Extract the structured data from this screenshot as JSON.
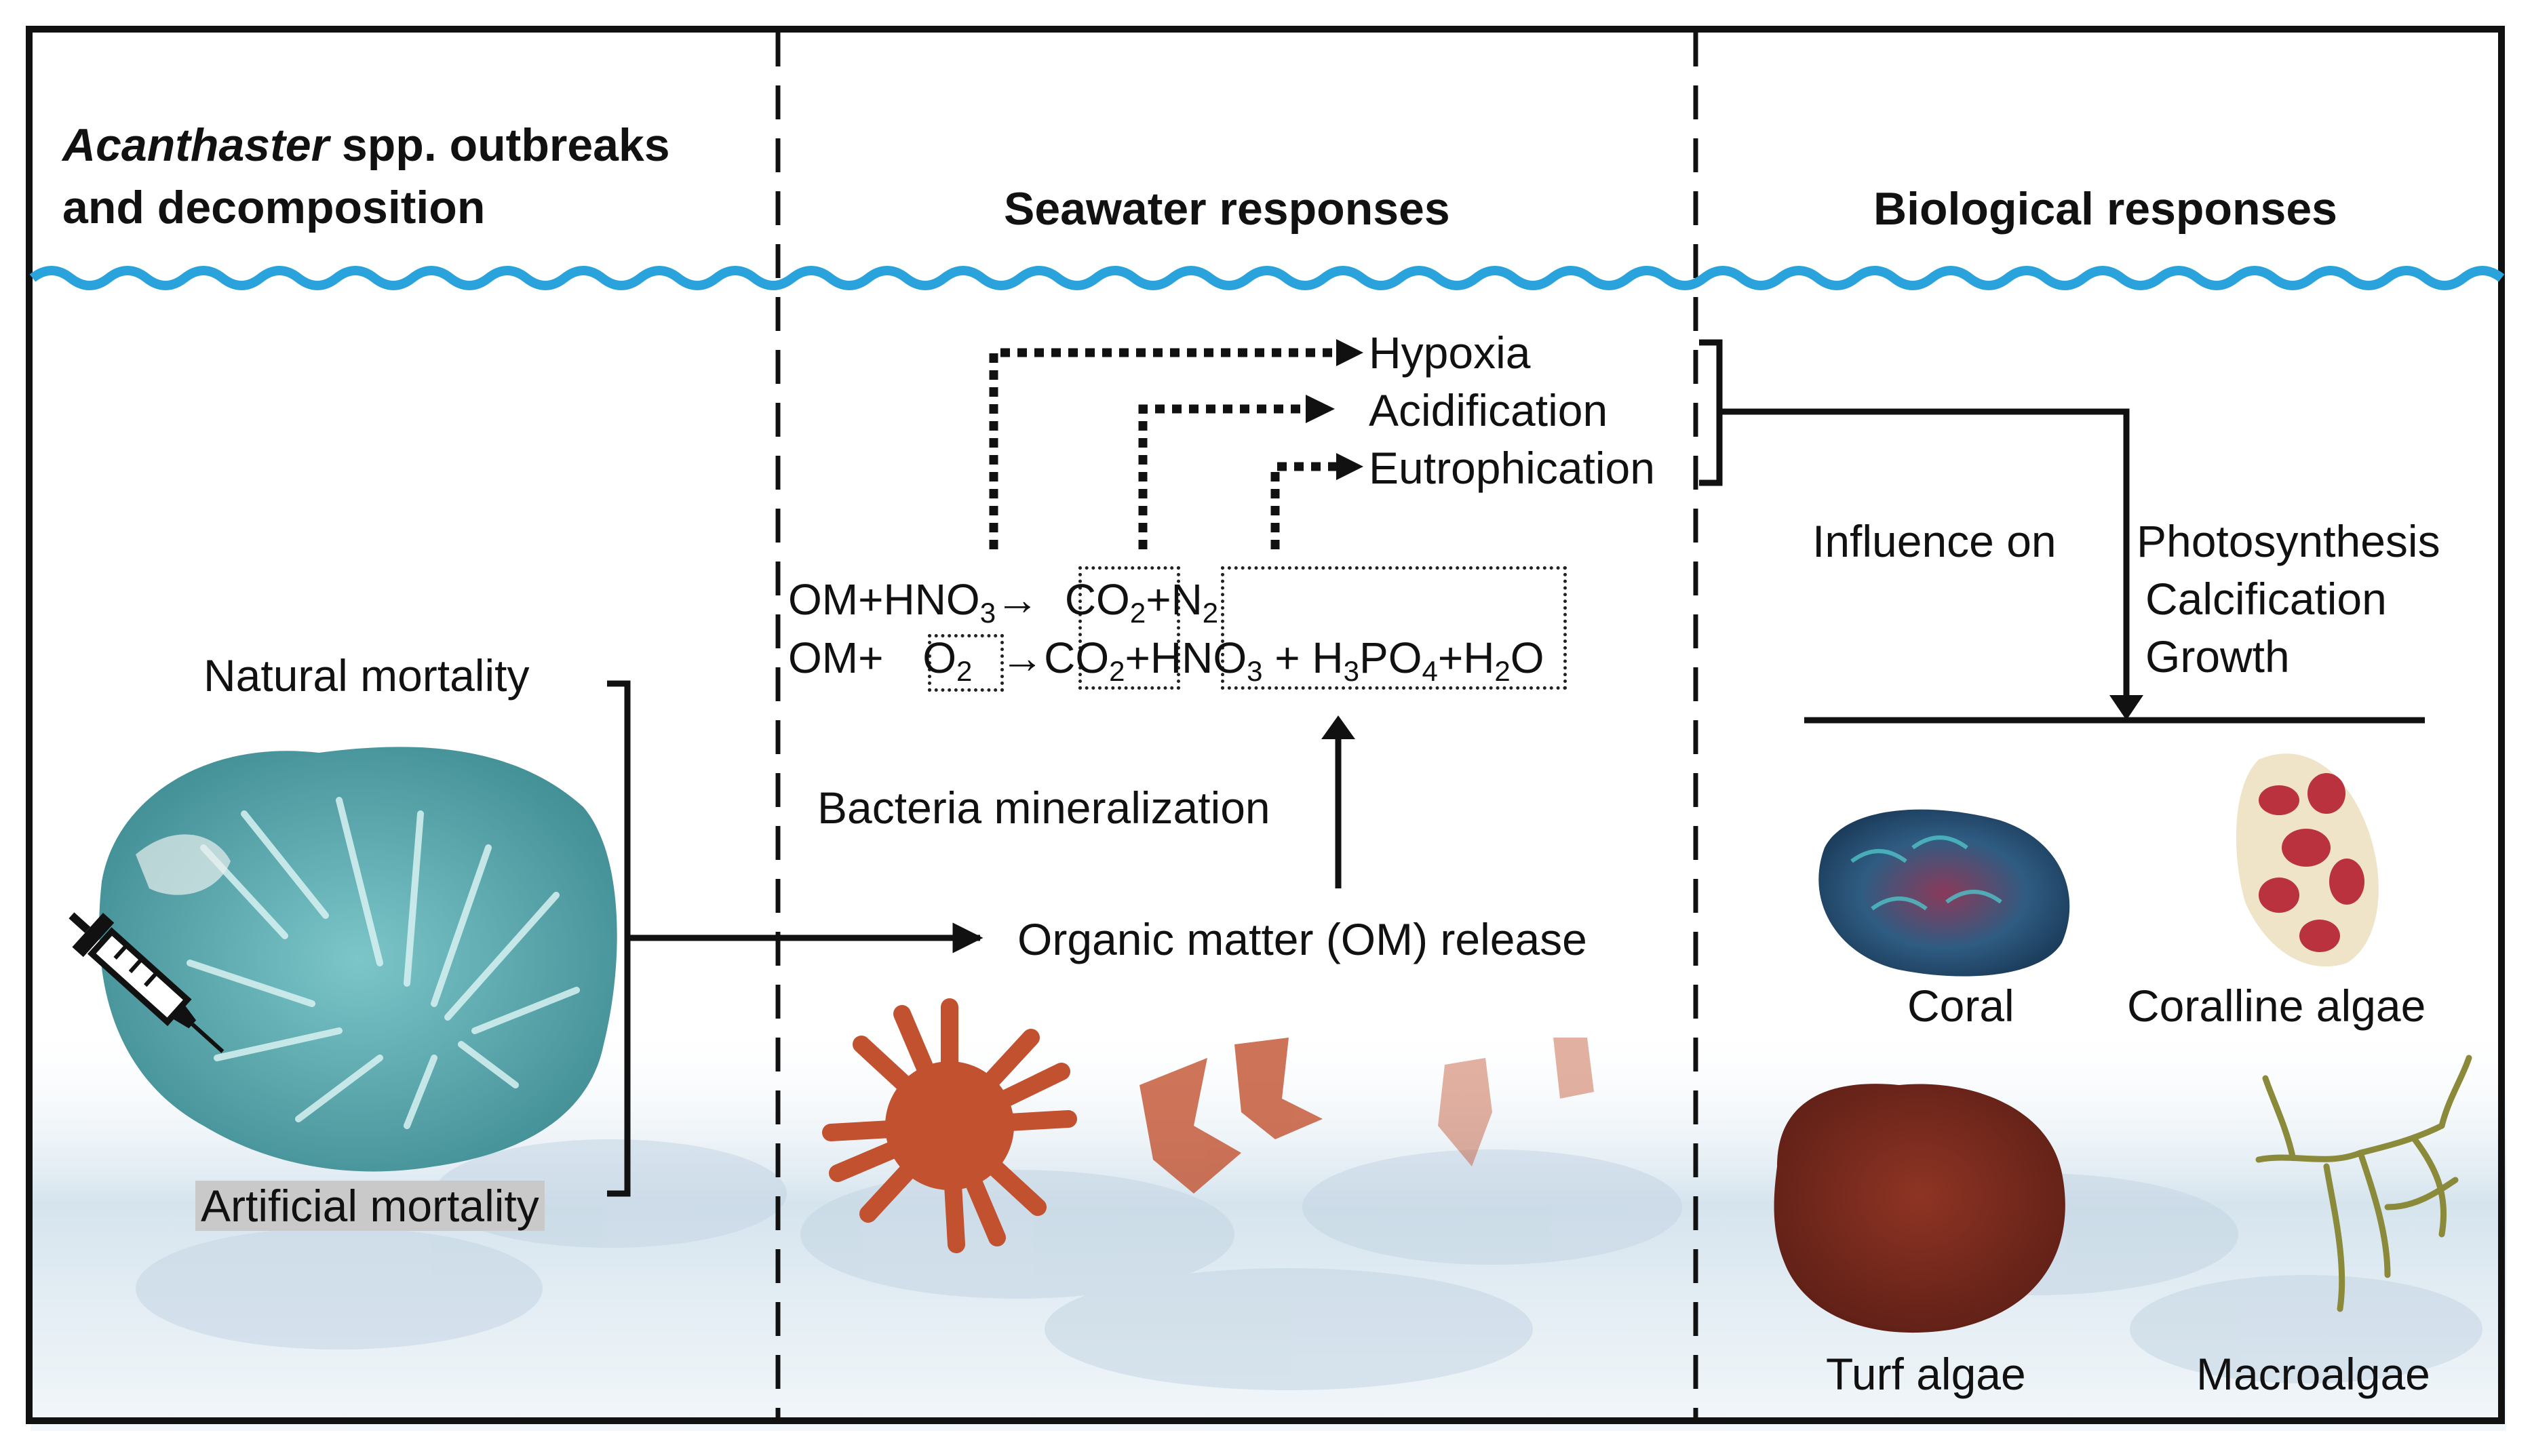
{
  "columns": {
    "left": {
      "heading_italic": "Acanthaster",
      "heading_rest_line1": " spp. outbreaks",
      "heading_line2": "and decomposition"
    },
    "middle": {
      "heading": "Seawater responses"
    },
    "right": {
      "heading": "Biological  responses"
    }
  },
  "left": {
    "natural_mortality": "Natural mortality",
    "artificial_mortality": "Artificial mortality"
  },
  "middle": {
    "outcomes": [
      "Hypoxia",
      "Acidification",
      "Eutrophication"
    ],
    "eq1": {
      "om_hno": "OM+HNO",
      "sub3": "3",
      "arrow": "→",
      "co": "CO",
      "sub2": "2",
      "plus": "+",
      "n": "N",
      "n_sub": "2"
    },
    "eq2": {
      "om": "OM+",
      "o": "O",
      "o_sub": "2",
      "arrow": "→",
      "co": "CO",
      "co_sub": "2",
      "plus": "+",
      "hno": "HNO",
      "hno_sub": "3",
      "plus2": " + H",
      "h_sub": "3",
      "po": "PO",
      "po_sub": "4",
      "plus3": "+H",
      "h2_sub": "2",
      "o_end": "O"
    },
    "bacteria": "Bacteria mineralization",
    "om_release": "Organic matter (OM) release"
  },
  "right": {
    "influence": "Influence on",
    "effects": [
      "Photosynthesis",
      "Calcification",
      "Growth"
    ],
    "organisms": [
      "Coral",
      "Coralline algae",
      "Turf algae",
      "Macroalgae"
    ]
  },
  "colors": {
    "frame": "#111111",
    "wave": "#2aa3dd",
    "starfish_blue": "#5fb3b8",
    "starfish_red": "#c2512f",
    "coral": "#1f5a80",
    "coralline_red": "#b9323e",
    "turf": "#7a2a1e",
    "macroalgae": "#8a8a3a",
    "seafloor": "#b9cedd"
  }
}
